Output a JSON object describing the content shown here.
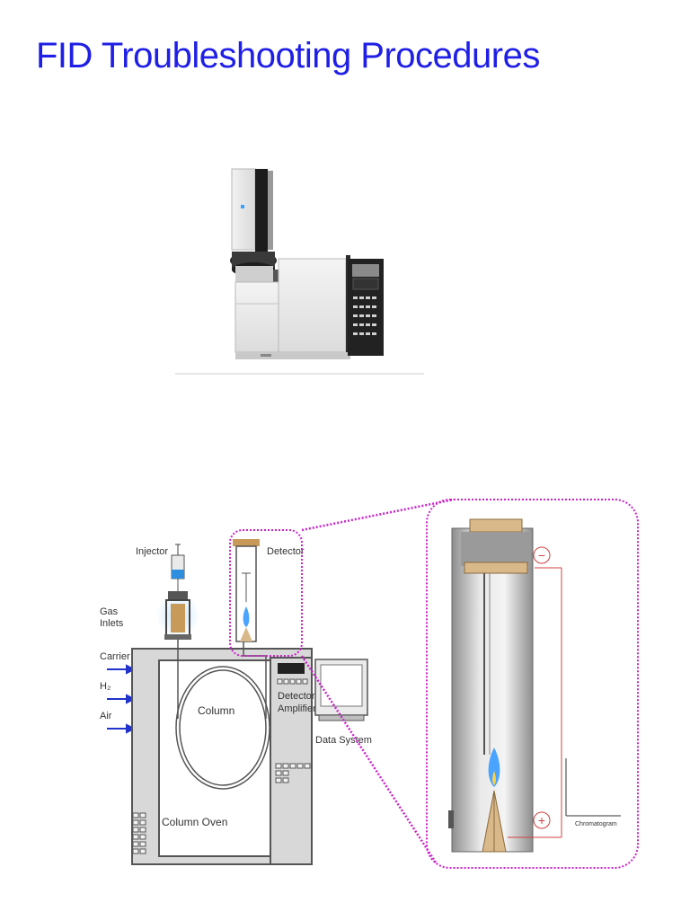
{
  "slide": {
    "title": "FID Troubleshooting Procedures"
  },
  "photo": {
    "caption": ""
  },
  "diagram": {
    "labels": {
      "injector": "Injector",
      "detector": "Detector",
      "gas_inlets_line1": "Gas",
      "gas_inlets_line2": "Inlets",
      "carrier": "Carrier",
      "h2": "H₂",
      "air": "Air",
      "column": "Column",
      "column_oven": "Column Oven",
      "detector_amplifier_line1": "Detector",
      "detector_amplifier_line2": "Amplifier",
      "data_system": "Data System",
      "chromatogram": "Chromatogram",
      "minus": "−",
      "plus": "+"
    },
    "colors": {
      "callout": "#cc22cc",
      "flame_outer": "#4aa3ff",
      "flame_inner": "#ffd24a",
      "electrode": "#d9b889",
      "title": "#1f1fe6",
      "circuit": "#d04040"
    }
  }
}
